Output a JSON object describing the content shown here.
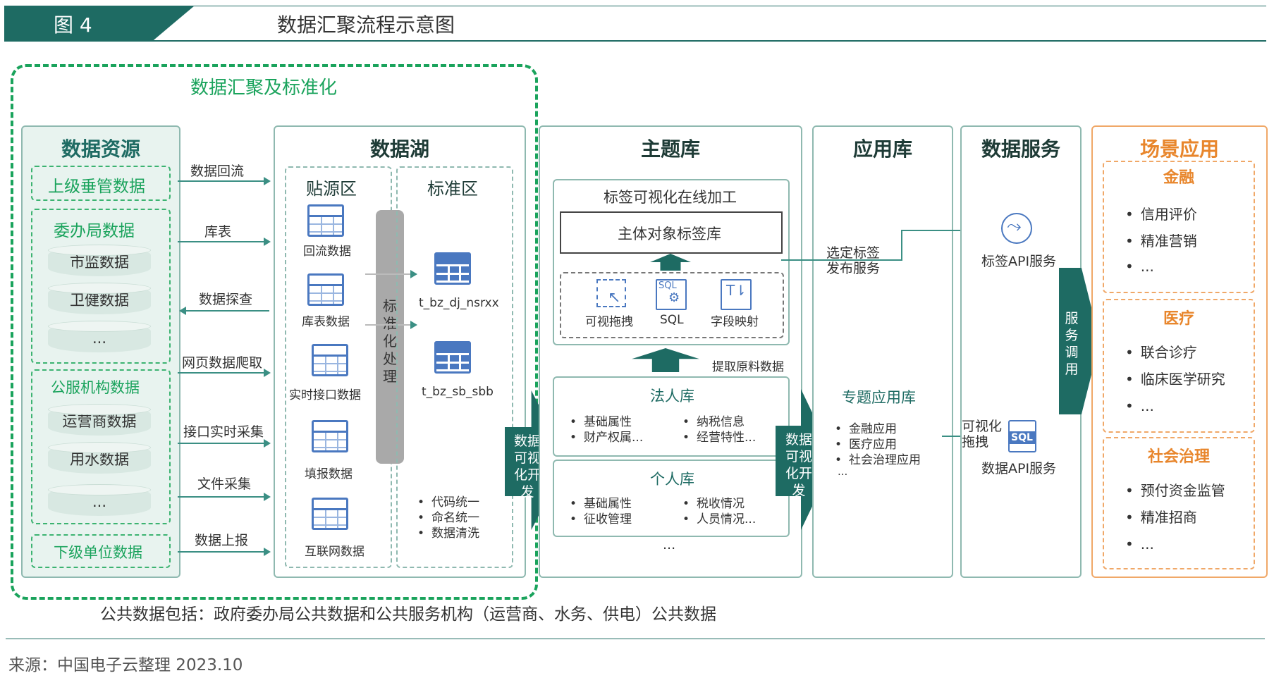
{
  "header": {
    "fig_num": "图 4",
    "fig_title": "数据汇聚流程示意图"
  },
  "aggregation_title": "数据汇聚及标准化",
  "data_source": {
    "title": "数据资源",
    "upper": "上级垂管数据",
    "committee": {
      "title": "委办局数据",
      "items": [
        "市监数据",
        "卫健数据",
        "..."
      ]
    },
    "public_service": {
      "title": "公服机构数据",
      "items": [
        "运营商数据",
        "用水数据",
        "..."
      ]
    },
    "lower": "下级单位数据"
  },
  "flows": [
    "数据回流",
    "库表",
    "数据探查",
    "网页数据爬取",
    "接口实时采集",
    "文件采集",
    "数据上报"
  ],
  "data_lake": {
    "title": "数据湖",
    "raw_zone": {
      "title": "贴源区",
      "items": [
        "回流数据",
        "库表数据",
        "实时接口数据",
        "填报数据",
        "互联网数据"
      ]
    },
    "std_process": "标准化处理",
    "std_zone": {
      "title": "标准区",
      "tables": [
        "t_bz_dj_nsrxx",
        "t_bz_sb_sbb"
      ],
      "bullets": [
        "代码统一",
        "命名统一",
        "数据清洗"
      ]
    }
  },
  "dev1": "数据可视化开发",
  "dev2": "数据可视化开发",
  "topic_lib": {
    "title": "主题库",
    "tag_box": {
      "title": "标签可视化在线加工",
      "subject": "主体对象标签库",
      "tools": [
        "可视拖拽",
        "SQL",
        "字段映射"
      ],
      "sql_icon": "SQL"
    },
    "extract": "提取原料数据",
    "legal": {
      "title": "法人库",
      "left": [
        "基础属性",
        "财产权属..."
      ],
      "right": [
        "纳税信息",
        "经营特性..."
      ]
    },
    "person": {
      "title": "个人库",
      "left": [
        "基础属性",
        "征收管理"
      ],
      "right": [
        "税收情况",
        "人员情况..."
      ]
    },
    "more": "..."
  },
  "app_lib": {
    "title": "应用库",
    "tag_publish": [
      "选定标签",
      "发布服务"
    ],
    "topic_app": "专题应用库",
    "items": [
      "金融应用",
      "医疗应用",
      "社会治理应用",
      "..."
    ]
  },
  "data_service": {
    "title": "数据服务",
    "tag_api": "标签API服务",
    "visual_drag": [
      "可视化",
      "拖拽"
    ],
    "sql_badge": "SQL",
    "data_api": "数据API服务",
    "call": "服务调用"
  },
  "scene": {
    "title": "场景应用",
    "groups": [
      {
        "title": "金融",
        "items": [
          "信用评价",
          "精准营销",
          "..."
        ]
      },
      {
        "title": "医疗",
        "items": [
          "联合诊疗",
          "临床医学研究",
          "..."
        ]
      },
      {
        "title": "社会治理",
        "items": [
          "预付资金监管",
          "精准招商",
          "..."
        ]
      }
    ]
  },
  "footnote": "公共数据包括：政府委办局公共数据和公共服务机构（运营商、水务、供电）公共数据",
  "source": "来源：中国电子云整理 2023.10",
  "colors": {
    "teal": "#1e6b63",
    "green": "#1aa35c",
    "orange": "#e8862c",
    "blue": "#4a78c0"
  }
}
